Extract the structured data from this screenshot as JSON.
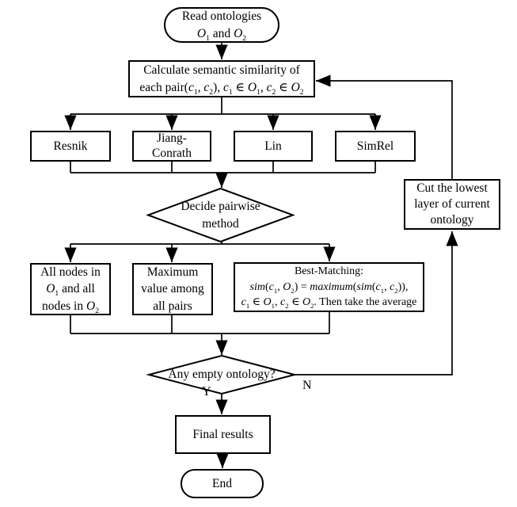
{
  "diagram": {
    "description": "Flowchart of ontology semantic similarity calculation",
    "colors": {
      "stroke": "#000000",
      "background": "#ffffff"
    },
    "nodes": {
      "start": {
        "type": "terminator",
        "lines": [
          "Read ontologies",
          "<i>O</i><sub>1</sub> and <i>O</i><sub>2</sub>"
        ]
      },
      "calculate": {
        "type": "process",
        "lines": [
          "Calculate semantic similarity of",
          "each pair(<i>c</i><sub>1</sub>, <i>c</i><sub>2</sub>), <i>c</i><sub>1</sub> ∈ <i>O</i><sub>1</sub>, <i>c</i><sub>2</sub> ∈ <i>O</i><sub>2</sub>"
        ]
      },
      "resnik": {
        "type": "process",
        "lines": [
          "Resnik"
        ]
      },
      "jiang_conrath": {
        "type": "process",
        "lines": [
          "Jiang-",
          "Conrath"
        ]
      },
      "lin": {
        "type": "process",
        "lines": [
          "Lin"
        ]
      },
      "simrel": {
        "type": "process",
        "lines": [
          "SimRel"
        ]
      },
      "decide": {
        "type": "decision",
        "lines": [
          "Decide pairwise",
          "method"
        ]
      },
      "all_nodes": {
        "type": "process",
        "lines": [
          "All nodes in",
          "<i>O</i><sub>1</sub> and all",
          "nodes in <i>O</i><sub>2</sub>"
        ]
      },
      "maximum": {
        "type": "process",
        "lines": [
          "Maximum",
          "value among",
          "all pairs"
        ]
      },
      "best_matching": {
        "type": "process",
        "lines": [
          "Best-Matching:",
          "<i>sim</i>(<i>c</i><sub>1</sub>, <i>O</i><sub>2</sub>) = <i>maximum</i>(<i>sim</i>(<i>c</i><sub>1</sub>, <i>c</i><sub>2</sub>)),",
          "<i>c</i><sub>1</sub> ∈ <i>O</i><sub>1</sub>, <i>c</i><sub>2</sub> ∈ <i>O</i><sub>2</sub>. Then take the average"
        ]
      },
      "any_empty": {
        "type": "decision",
        "lines": [
          "Any empty ontology?"
        ]
      },
      "cut_lowest": {
        "type": "process",
        "lines": [
          "Cut the lowest",
          "layer of current",
          "ontology"
        ]
      },
      "final_results": {
        "type": "process",
        "lines": [
          "Final results"
        ]
      },
      "end": {
        "type": "terminator",
        "lines": [
          "End"
        ]
      }
    },
    "edge_labels": {
      "yes": "Y",
      "no": "N"
    }
  }
}
